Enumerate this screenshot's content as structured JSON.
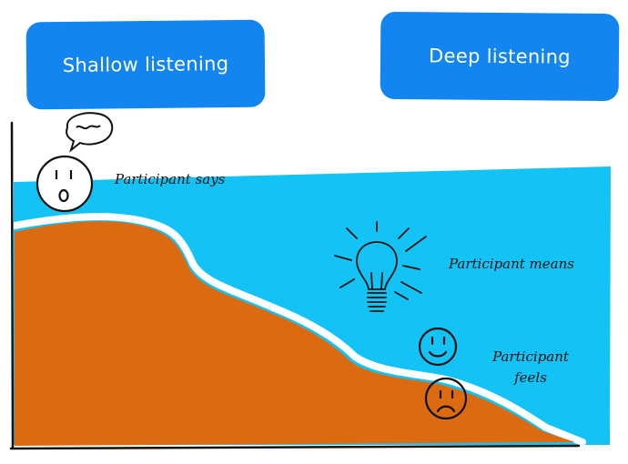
{
  "header": {
    "shallow_label": "Shallow listening",
    "deep_label": "Deep listening"
  },
  "labels": {
    "says": "Participant says",
    "means": "Participant means",
    "feels_line1": "Participant",
    "feels_line2": "feels"
  },
  "colors": {
    "pill_blue": "#1385f0",
    "water_blue": "#14c3f5",
    "earth_orange": "#dc6a10",
    "ink": "#111111"
  },
  "icons": [
    "speech-bubble-icon",
    "surprised-face-icon",
    "lightbulb-icon",
    "smiley-face-icon",
    "sad-face-icon"
  ]
}
